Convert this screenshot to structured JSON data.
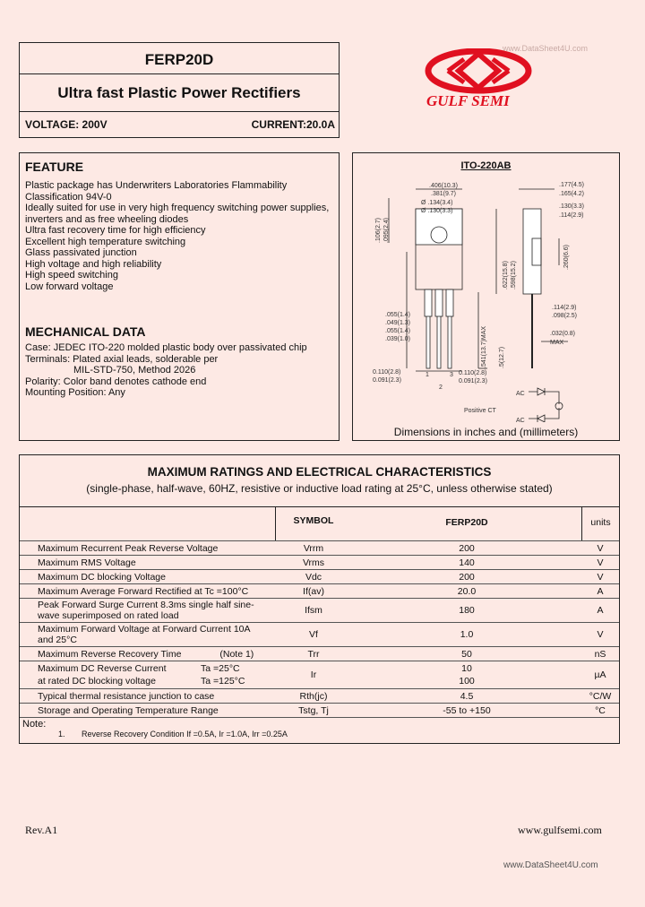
{
  "watermark_top": "www.DataSheet4U.com",
  "watermark_bottom": "www.DataSheet4U.com",
  "header": {
    "part_number": "FERP20D",
    "title": "Ultra fast Plastic Power Rectifiers",
    "voltage": "VOLTAGE: 200V",
    "current": "CURRENT:20.0A"
  },
  "logo": {
    "text": "GULF SEMI",
    "color": "#e01020"
  },
  "feature": {
    "heading": "FEATURE",
    "lines": [
      "Plastic package has Underwriters Laboratories Flammability",
      "Classification 94V-0",
      "Ideally suited for use in very high frequency switching power supplies,",
      "inverters and as free wheeling diodes",
      "Ultra fast recovery time for high efficiency",
      "Excellent high temperature switching",
      "Glass passivated junction",
      "High voltage and high reliability",
      "High speed switching",
      "Low forward voltage"
    ]
  },
  "mechanical": {
    "heading": "MECHANICAL DATA",
    "lines": [
      "Case: JEDEC ITO-220  molded plastic body over passivated chip",
      "Terminals: Plated axial leads, solderable per",
      "MIL-STD-750, Method 2026",
      "Polarity: Color band denotes cathode end",
      "Mounting Position: Any"
    ]
  },
  "diagram": {
    "package": "ITO-220AB",
    "caption": "Dimensions in inches and (millimeters)",
    "dims": {
      "d1": ".406(10.3)",
      "d2": ".381(9.7)",
      "d3": "Ø .134(3.4)",
      "d4": "Ø .130(3.3)",
      "d5": ".177(4.5)",
      "d6": ".165(4.2)",
      "d7": ".130(3.3)",
      "d8": ".114(2.9)",
      "d9": ".622(15.8)",
      "d10": ".598(15.2)",
      "d11": ".106(2.7)",
      "d12": ".095(2.4)",
      "d13": ".055(1.4)",
      "d14": ".049(1.3)",
      "d15": ".055(1.4)",
      "d16": ".039(1.0)",
      "d17": ".5(12.7)",
      "d18": ".541(13.7)MAX",
      "d19": ".114(2.9)",
      "d20": ".098(2.5)",
      "d21": ".032(0.8)",
      "d22": "MAX",
      "d23": "0.110(2.8)",
      "d24": "0.091(2.3)",
      "d25": "0.110(2.8)",
      "d26": "0.091(2.3)",
      "pin1": "1",
      "pin2": "2",
      "pin3": "3",
      "ac": "AC",
      "positive_ct": "Positive  CT",
      "heat_dim": ".260(6.6)"
    }
  },
  "table": {
    "title": "MAXIMUM RATINGS AND ELECTRICAL CHARACTERISTICS",
    "subtitle": "(single-phase, half-wave, 60HZ, resistive or inductive load rating at 25°C, unless otherwise stated)",
    "headers": {
      "symbol": "SYMBOL",
      "part": "FERP20D",
      "units": "units"
    },
    "rows": [
      {
        "param": "Maximum Recurrent Peak Reverse Voltage",
        "symbol": "Vrrm",
        "value": "200",
        "unit": "V"
      },
      {
        "param": "Maximum RMS Voltage",
        "symbol": "Vrms",
        "value": "140",
        "unit": "V"
      },
      {
        "param": "Maximum DC blocking Voltage",
        "symbol": "Vdc",
        "value": "200",
        "unit": "V"
      },
      {
        "param": "Maximum Average Forward Rectified at Tc =100°C",
        "symbol": "If(av)",
        "value": "20.0",
        "unit": "A"
      },
      {
        "param": "Peak Forward Surge Current 8.3ms single half sine-",
        "param2": "wave superimposed on rated load",
        "symbol": "Ifsm",
        "value": "180",
        "unit": "A"
      },
      {
        "param": "Maximum Forward Voltage at Forward Current 10A",
        "param2": "and 25°C",
        "symbol": "Vf",
        "value": "1.0",
        "unit": "V"
      },
      {
        "param": "Maximum Reverse Recovery Time",
        "note": "(Note 1)",
        "symbol": "Trr",
        "value": "50",
        "unit": "nS"
      },
      {
        "param": "Maximum DC Reverse Current",
        "cond": "Ta =25°C",
        "param2": "at rated DC blocking voltage",
        "cond2": "Ta =125°C",
        "symbol": "Ir",
        "value": "10",
        "value2": "100",
        "unit": "µA"
      },
      {
        "param": "Typical thermal resistance junction to case",
        "symbol": "Rth(jc)",
        "value": "4.5",
        "unit": "°C/W"
      },
      {
        "param": "Storage and Operating Temperature Range",
        "symbol": "Tstg, Tj",
        "value": "-55 to +150",
        "unit": "°C"
      }
    ],
    "note_label": "Note:",
    "note_num": "1.",
    "note_text": "Reverse Recovery Condition If =0.5A, Ir =1.0A, Irr =0.25A"
  },
  "footer": {
    "rev": "Rev.A1",
    "website": "www.gulfsemi.com"
  }
}
